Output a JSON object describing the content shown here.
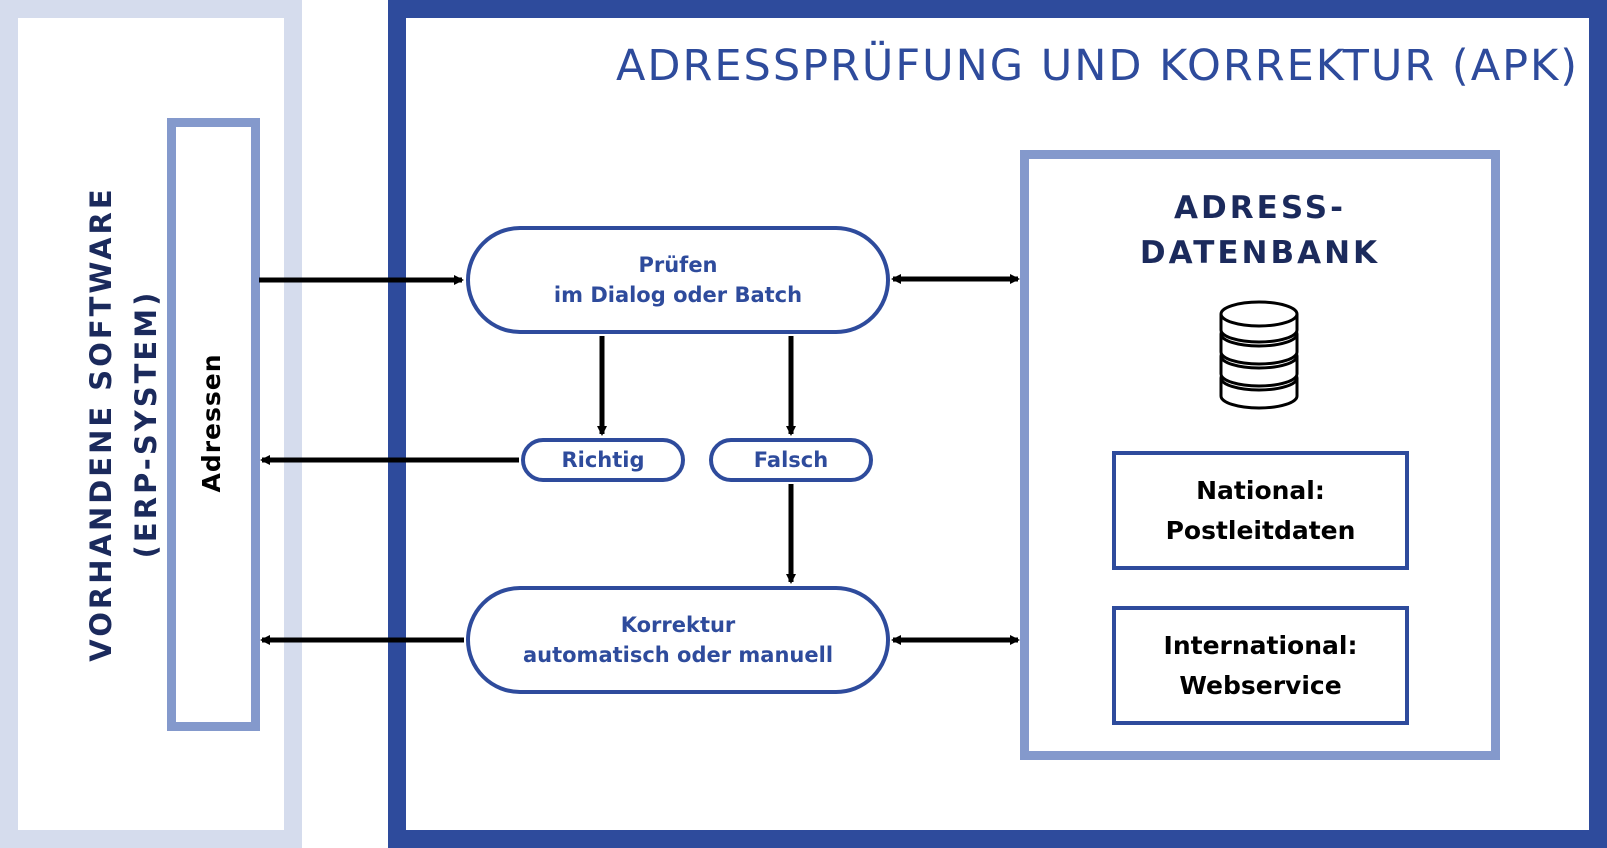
{
  "erp": {
    "title_line1": "VORHANDENE SOFTWARE",
    "title_line2": "(ERP-SYSTEM)",
    "addresses_label": "Adressen"
  },
  "apk": {
    "title": "ADRESSPRÜFUNG UND KORREKTUR (APK)",
    "check": {
      "line1": "Prüfen",
      "line2": "im Dialog oder Batch"
    },
    "correct_label": "Richtig",
    "wrong_label": "Falsch",
    "correction": {
      "line1": "Korrektur",
      "line2": "automatisch oder manuell"
    }
  },
  "database": {
    "title_line1": "ADRESS-",
    "title_line2": "DATENBANK",
    "icon": "database-icon",
    "national": {
      "line1": "National:",
      "line2": "Postleitdaten"
    },
    "international": {
      "line1": "International:",
      "line2": "Webservice"
    }
  },
  "colors": {
    "dark_blue": "#2e4b9c",
    "navy_text": "#1b2a5c",
    "light_blue": "#8499cc",
    "pale_blue": "#d5dced"
  }
}
